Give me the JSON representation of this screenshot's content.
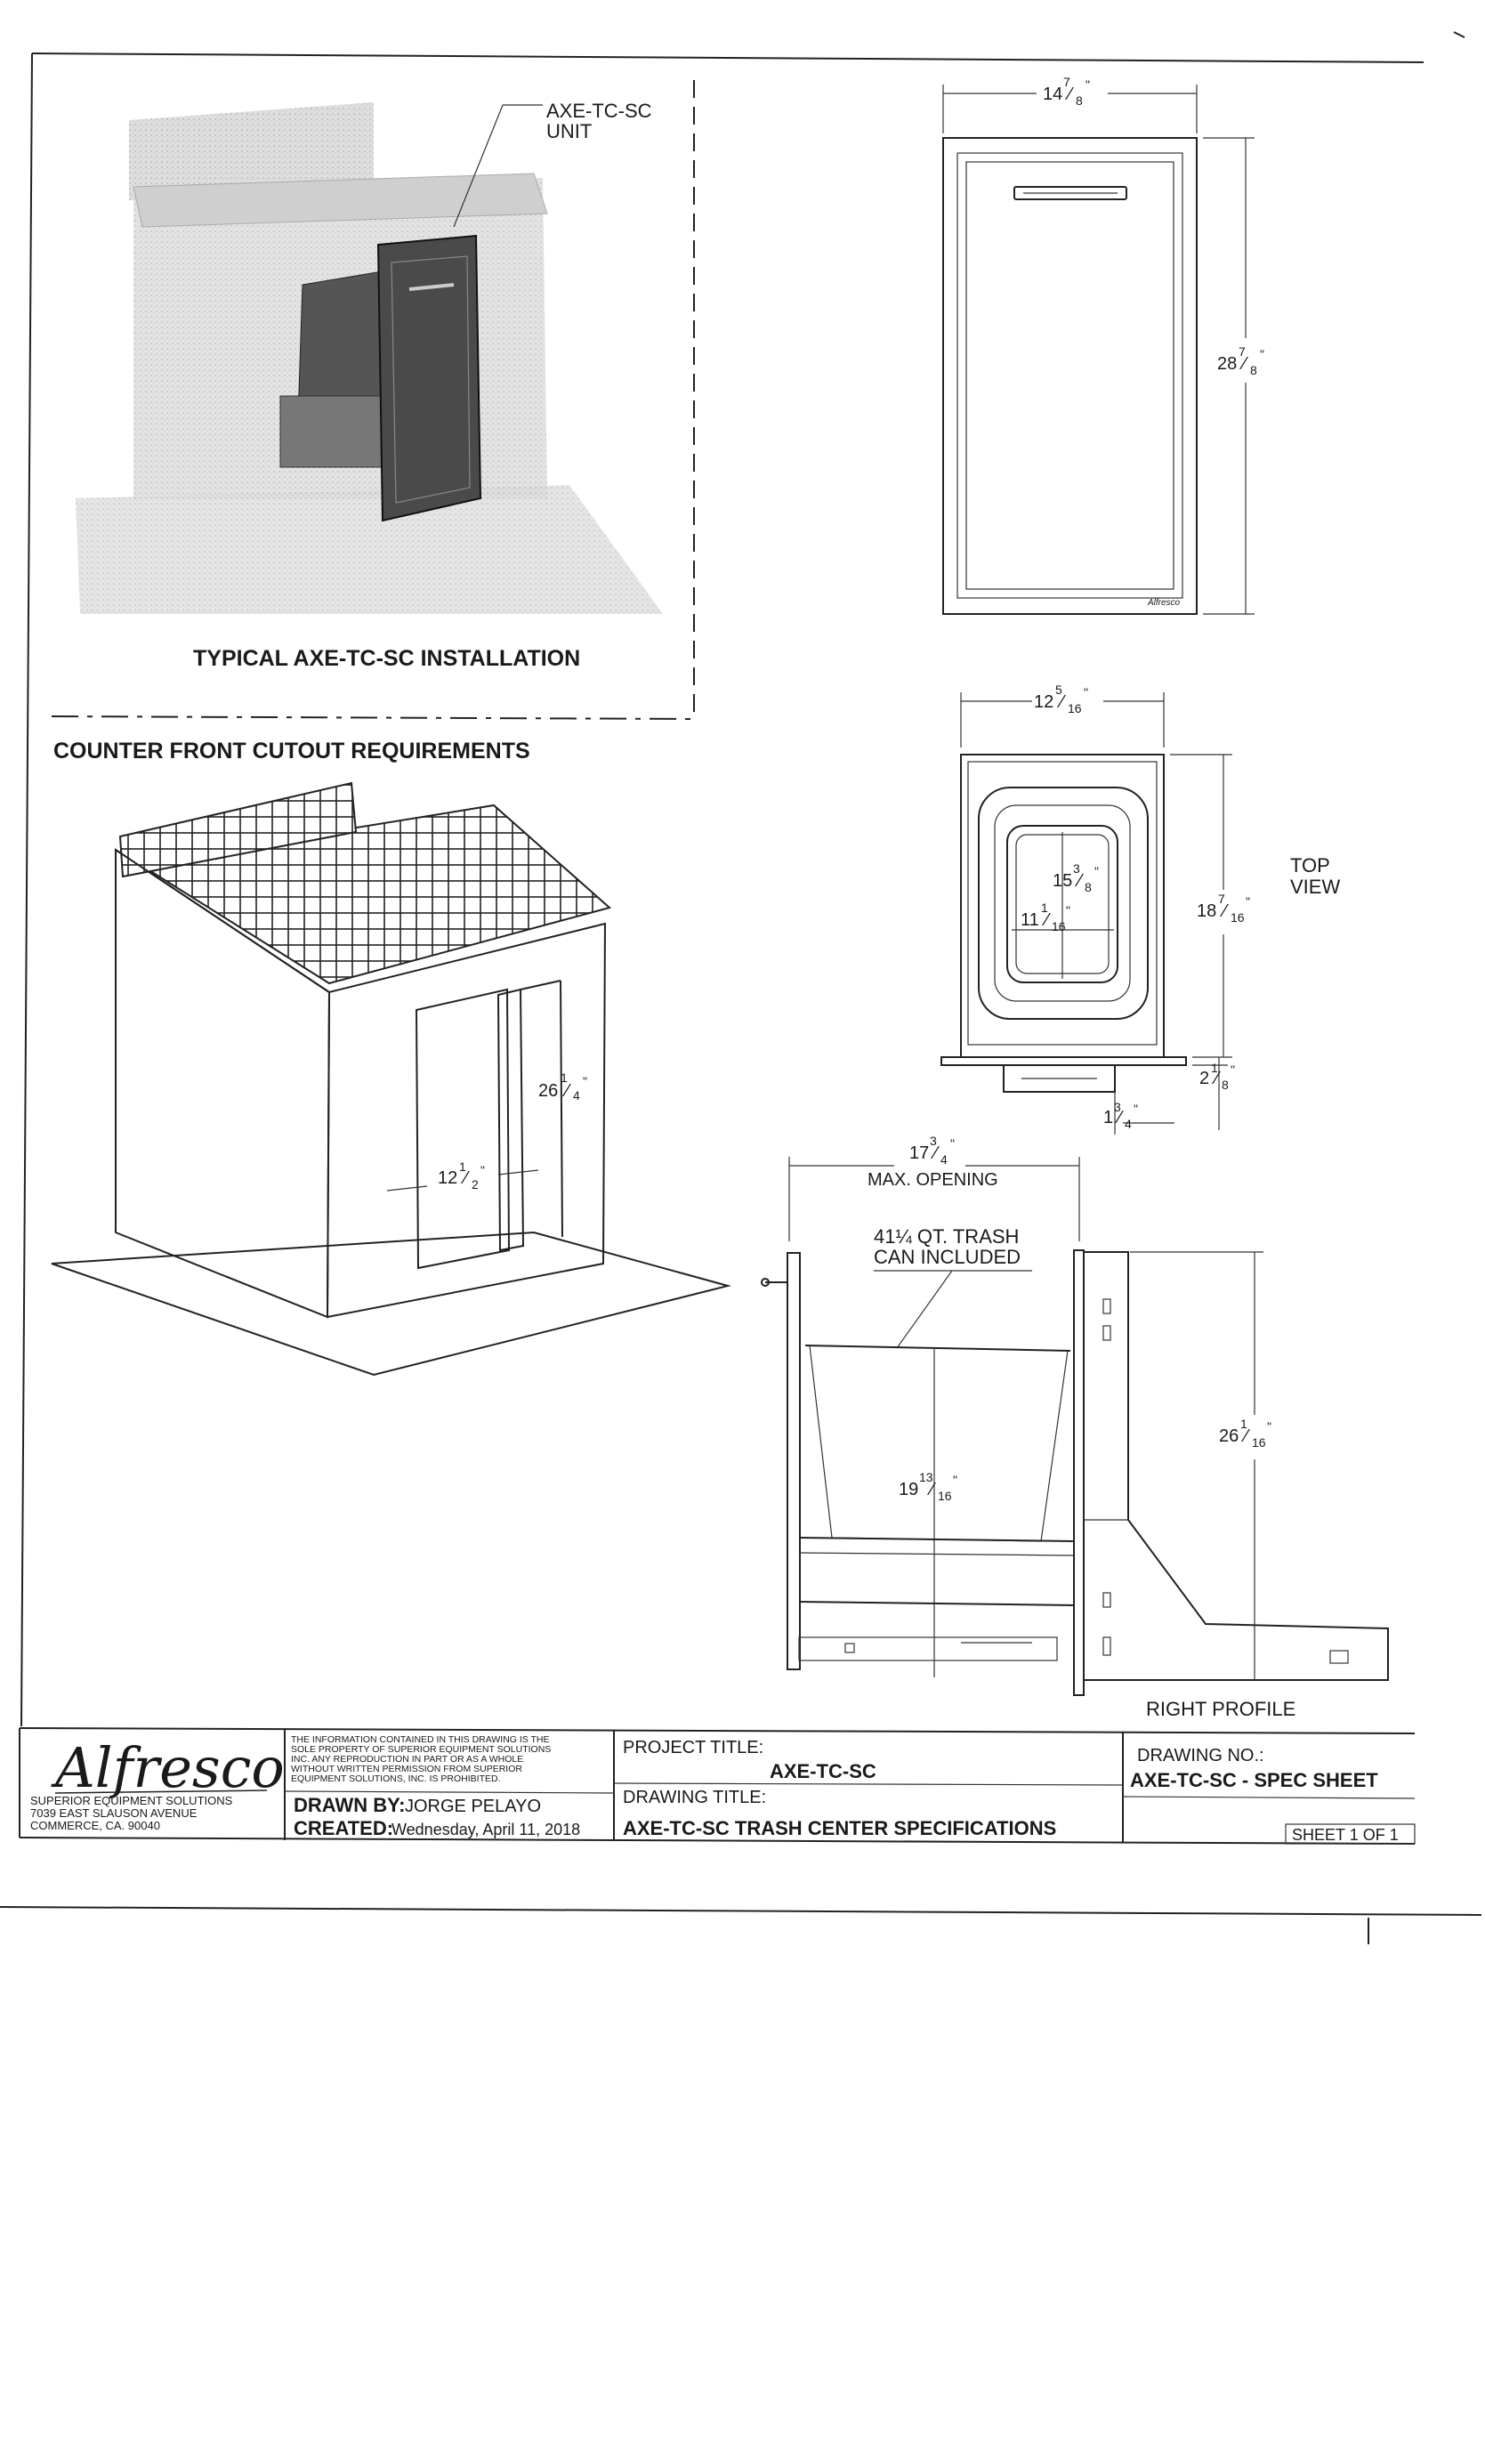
{
  "callouts": {
    "unit_label_1": "AXE-TC-SC",
    "unit_label_2": "UNIT",
    "installation_caption": "TYPICAL AXE-TC-SC INSTALLATION",
    "cutout_title": "COUNTER FRONT CUTOUT REQUIREMENTS",
    "top_view_1": "TOP",
    "top_view_2": "VIEW",
    "max_opening": "MAX. OPENING",
    "trash_note_1": "41¼ QT. TRASH",
    "trash_note_2": "CAN INCLUDED",
    "right_profile": "RIGHT PROFILE"
  },
  "dimensions": {
    "front_width": {
      "whole": "14",
      "num": "7",
      "den": "8"
    },
    "front_height": {
      "whole": "28",
      "num": "7",
      "den": "8"
    },
    "top_width": {
      "whole": "12",
      "num": "5",
      "den": "16"
    },
    "top_depth": {
      "whole": "18",
      "num": "7",
      "den": "16"
    },
    "bin_length": {
      "whole": "15",
      "num": "3",
      "den": "8"
    },
    "bin_width": {
      "whole": "11",
      "num": "1",
      "den": "16"
    },
    "flange": {
      "whole": "2",
      "num": "1",
      "den": "8"
    },
    "handle": {
      "whole": "1",
      "num": "3",
      "den": "4"
    },
    "cutout_width": {
      "whole": "12",
      "num": "1",
      "den": "2"
    },
    "cutout_height": {
      "whole": "26",
      "num": "1",
      "den": "4"
    },
    "max_opening": {
      "whole": "17",
      "num": "3",
      "den": "4"
    },
    "can_height": {
      "whole": "19",
      "num": "13",
      "den": "16"
    },
    "profile_height": {
      "whole": "26",
      "num": "1",
      "den": "16"
    }
  },
  "title_block": {
    "brand": "Alfresco",
    "company": "SUPERIOR EQUIPMENT SOLUTIONS",
    "address_1": "7039 EAST SLAUSON AVENUE",
    "address_2": "COMMERCE, CA. 90040",
    "disclaimer_1": "THE INFORMATION CONTAINED IN THIS DRAWING IS THE",
    "disclaimer_2": "SOLE PROPERTY OF SUPERIOR EQUIPMENT SOLUTIONS",
    "disclaimer_3": "INC. ANY REPRODUCTION IN PART OR AS A WHOLE",
    "disclaimer_4": "WITHOUT WRITTEN PERMISSION FROM SUPERIOR",
    "disclaimer_5": "EQUIPMENT SOLUTIONS, INC. IS PROHIBITED.",
    "drawn_by_label": "DRAWN BY:",
    "drawn_by": "JORGE PELAYO",
    "created_label": "CREATED:",
    "created": "Wednesday, April 11, 2018",
    "project_title_label": "PROJECT TITLE:",
    "project_title": "AXE-TC-SC",
    "drawing_title_label": "DRAWING TITLE:",
    "drawing_title": "AXE-TC-SC TRASH CENTER SPECIFICATIONS",
    "drawing_no_label": "DRAWING NO.:",
    "drawing_no": "AXE-TC-SC - SPEC SHEET",
    "sheet": "SHEET 1 OF 1"
  }
}
